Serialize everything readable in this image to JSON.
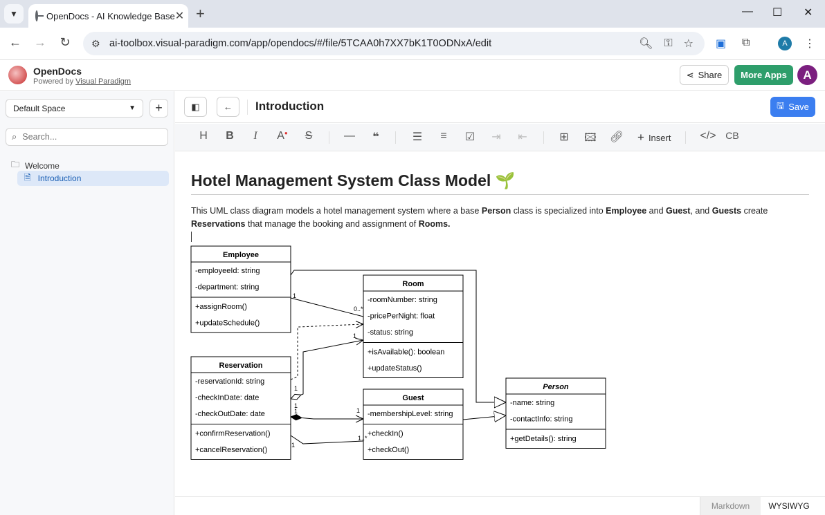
{
  "browser": {
    "tab_title": "OpenDocs - AI Knowledge Base",
    "url": "ai-toolbox.visual-paradigm.com/app/opendocs/#/file/5TCAA0h7XX7bK1T0ODNxA/edit",
    "profile_initial": "A"
  },
  "app": {
    "brand": "OpenDocs",
    "powered_prefix": "Powered by ",
    "powered_link": "Visual Paradigm",
    "share_label": "Share",
    "more_apps_label": "More Apps",
    "avatar_initial": "A"
  },
  "sidebar": {
    "space": "Default Space",
    "search_placeholder": "Search...",
    "folder": "Welcome",
    "page": "Introduction"
  },
  "doc": {
    "title": "Introduction",
    "save_label": "Save"
  },
  "toolbar": {
    "insert_label": "Insert",
    "cb_label": "CB"
  },
  "content": {
    "heading": "Hotel Management System Class Model 🌱",
    "para": [
      {
        "t": "This UML class diagram models a hotel management system where a base ",
        "b": false
      },
      {
        "t": "Person",
        "b": true
      },
      {
        "t": " class is specialized into ",
        "b": false
      },
      {
        "t": "Employee",
        "b": true
      },
      {
        "t": " and ",
        "b": false
      },
      {
        "t": "Guest",
        "b": true
      },
      {
        "t": ", and ",
        "b": false
      },
      {
        "t": "Guests",
        "b": true
      },
      {
        "t": " create ",
        "b": false
      },
      {
        "t": "Reservations",
        "b": true
      },
      {
        "t": " that manage the booking and assignment of ",
        "b": false
      },
      {
        "t": "Rooms.",
        "b": true
      }
    ]
  },
  "diagram": {
    "classes": [
      {
        "name": "Employee",
        "italic": false,
        "attributes": [
          "-employeeId: string",
          "-department: string"
        ],
        "operations": [
          "+assignRoom()",
          "+updateSchedule()"
        ]
      },
      {
        "name": "Room",
        "italic": false,
        "attributes": [
          "-roomNumber: string",
          "-pricePerNight: float",
          "-status: string"
        ],
        "operations": [
          "+isAvailable(): boolean",
          "+updateStatus()"
        ]
      },
      {
        "name": "Reservation",
        "italic": false,
        "attributes": [
          "-reservationId: string",
          "-checkInDate: date",
          "-checkOutDate: date"
        ],
        "operations": [
          "+confirmReservation()",
          "+cancelReservation()"
        ]
      },
      {
        "name": "Guest",
        "italic": false,
        "attributes": [
          "-membershipLevel: string"
        ],
        "operations": [
          "+checkIn()",
          "+checkOut()"
        ]
      },
      {
        "name": "Person",
        "italic": true,
        "attributes": [
          "-name: string",
          "-contactInfo: string"
        ],
        "operations": [
          "+getDetails(): string"
        ]
      }
    ],
    "multiplicities": [
      "1",
      "0..*",
      "1",
      "1",
      "1",
      "1",
      "1",
      "1..*",
      "1"
    ]
  },
  "footer": {
    "markdown_label": "Markdown",
    "wysiwyg_label": "WYSIWYG"
  }
}
